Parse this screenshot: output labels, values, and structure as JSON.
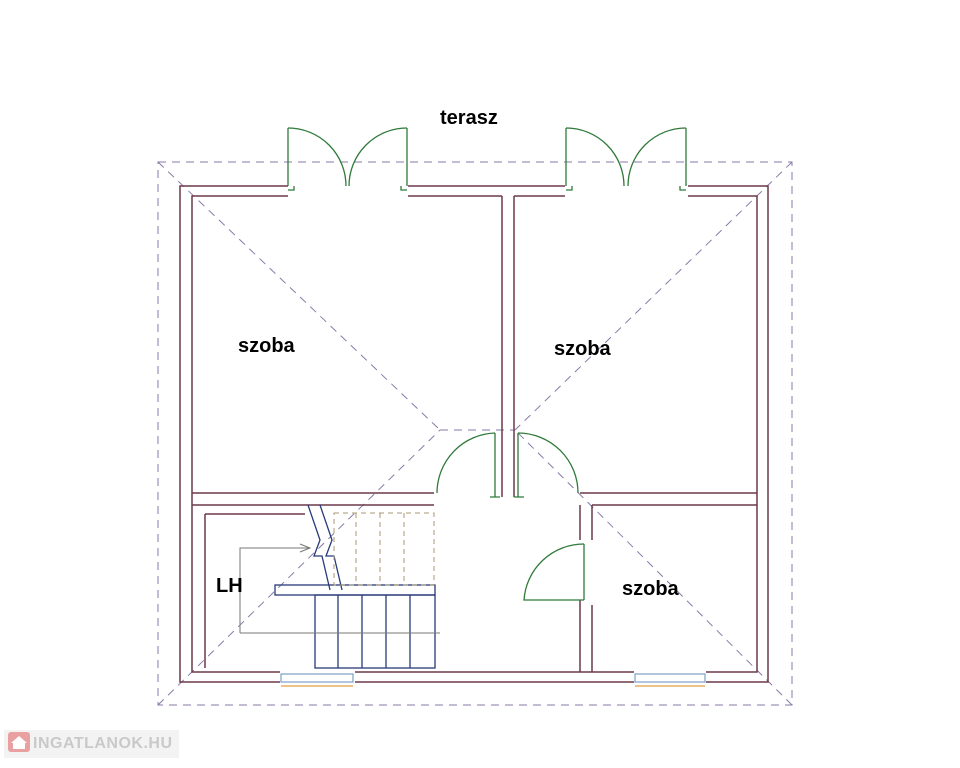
{
  "plan": {
    "labels": {
      "terrace": "terasz",
      "room_left": "szoba",
      "room_right": "szoba",
      "room_small": "szoba",
      "stairwell": "LH"
    }
  },
  "watermark": {
    "text": "INGATLANOK.HU",
    "icon": "house-icon"
  }
}
